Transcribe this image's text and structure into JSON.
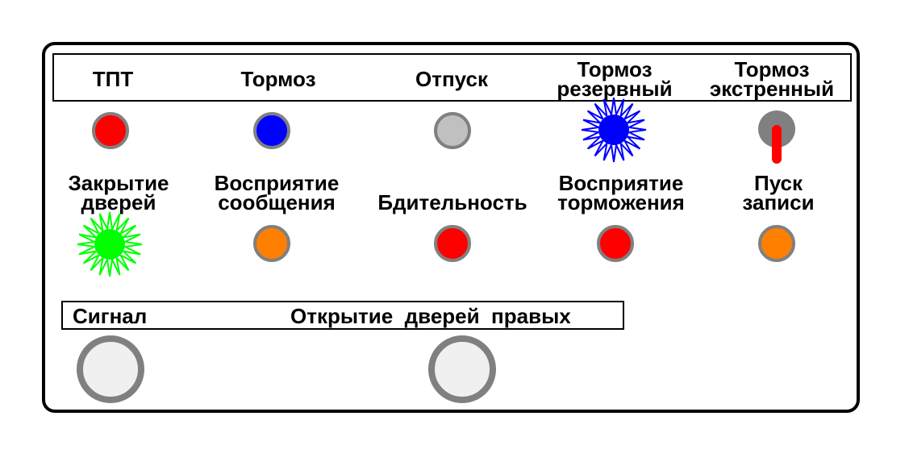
{
  "top_row": {
    "tpt": {
      "label": "ТПТ",
      "color": "#ff0000"
    },
    "brake": {
      "label": "Тормоз",
      "color": "#0000ff"
    },
    "release": {
      "label": "Отпуск",
      "color": "#c0c0c0"
    },
    "reserve_brake": {
      "line1": "Тормоз",
      "line2": "резервный",
      "color": "#0000ff",
      "state": "flashing"
    },
    "emergency_brake": {
      "line1": "Тормоз",
      "line2": "экстренный",
      "lever_color": "#ff0000"
    }
  },
  "middle_row": {
    "door_close": {
      "line1": "Закрытие",
      "line2": "дверей",
      "color": "#00ff00",
      "state": "flashing"
    },
    "msg_ack": {
      "line1": "Восприятие",
      "line2": "сообщения",
      "color": "#ff8000"
    },
    "vigilance": {
      "label": "Бдительность",
      "color": "#ff0000"
    },
    "brake_ack": {
      "line1": "Восприятие",
      "line2": "торможения",
      "color": "#ff0000"
    },
    "record_start": {
      "line1": "Пуск",
      "line2": "записи",
      "color": "#ff8000"
    }
  },
  "bottom_row": {
    "signal_label": "Сигнал",
    "doors_right_label": "Открытие  дверей  правых"
  }
}
